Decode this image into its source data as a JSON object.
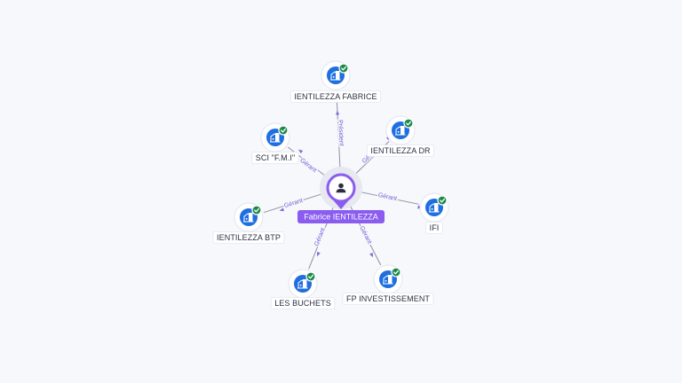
{
  "center": {
    "label": "Fabrice IENTILEZZA",
    "icon": "person-icon",
    "color": "#8a5cf0"
  },
  "entities": [
    {
      "id": "ientilezza-fabrice",
      "label": "IENTILEZZA FABRICE",
      "relation": "Président",
      "verified": true,
      "icon": "company-building-icon"
    },
    {
      "id": "ientilezza-dr",
      "label": "IENTILEZZA DR",
      "relation": "Gérant",
      "verified": true,
      "icon": "company-building-icon"
    },
    {
      "id": "ifi",
      "label": "IFI",
      "relation": "Gérant",
      "verified": true,
      "icon": "company-building-icon"
    },
    {
      "id": "fp-investissement",
      "label": "FP INVESTISSEMENT",
      "relation": "Gérant",
      "verified": true,
      "icon": "company-building-icon"
    },
    {
      "id": "les-buchets",
      "label": "LES BUCHETS",
      "relation": "Gérant",
      "verified": true,
      "icon": "company-building-icon"
    },
    {
      "id": "ientilezza-btp",
      "label": "IENTILEZZA BTP",
      "relation": "Gérant",
      "verified": true,
      "icon": "company-building-icon"
    },
    {
      "id": "sci-fmi",
      "label": "SCI \"F.M.I\"",
      "relation": "Gérant",
      "verified": true,
      "icon": "company-building-icon"
    }
  ],
  "colors": {
    "company": "#1f6fe0",
    "verified": "#1d8a4a",
    "relation": "#6e5bd4",
    "edge": "#8d8fa6"
  }
}
